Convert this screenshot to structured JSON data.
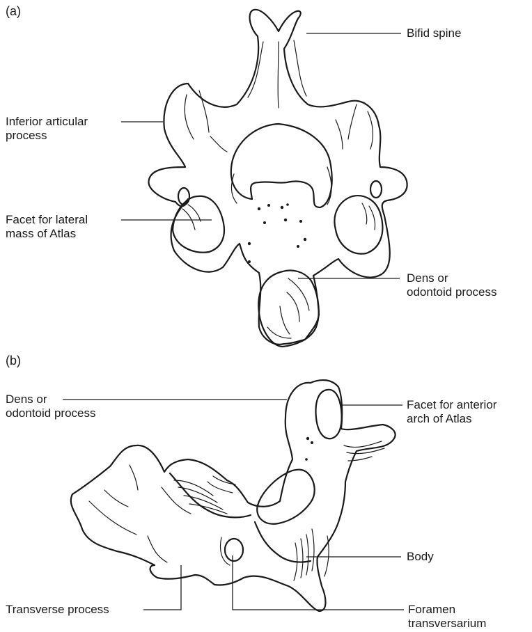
{
  "figure": {
    "panel_a": {
      "tag": "(a)",
      "labels": {
        "bifid_spine": "Bifid spine",
        "inferior_articular": [
          "Inferior articular",
          "process"
        ],
        "facet_lateral_mass": [
          "Facet for lateral",
          "mass of Atlas"
        ],
        "dens": [
          "Dens or",
          "odontoid process"
        ]
      }
    },
    "panel_b": {
      "tag": "(b)",
      "labels": {
        "dens": [
          "Dens or",
          "odontoid process"
        ],
        "facet_anterior_arch": [
          "Facet for anterior",
          "arch of Atlas"
        ],
        "body": "Body",
        "transverse_process": "Transverse process",
        "foramen": [
          "Foramen",
          "transversarium"
        ]
      }
    }
  }
}
